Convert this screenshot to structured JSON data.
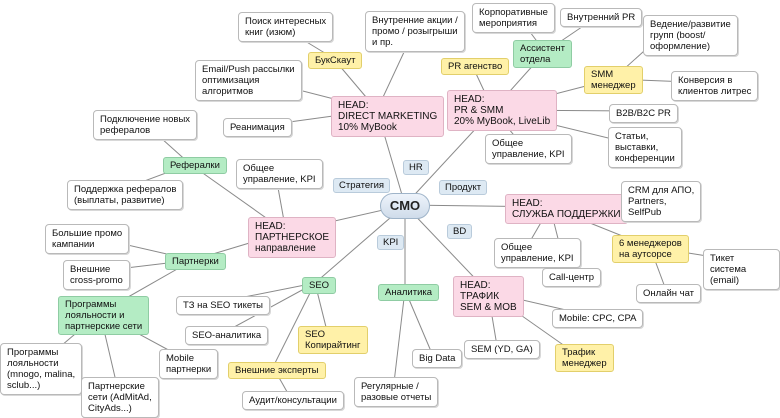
{
  "center": "CMO",
  "branches": {
    "hr": "HR",
    "strategy": "Стратегия",
    "product": "Продукт",
    "bd": "BD",
    "kpi": "KPI"
  },
  "direct_marketing": {
    "head": "HEAD:\nDIRECT MARKETING\n10% MyBook",
    "bookscout": "БукСкаут",
    "search_books": "Поиск интересных\nкниг (изюм)",
    "promo": "Внутренние акции /\nпромо / розыгрыши\nи пр.",
    "email_push": "Email/Push рассылки\nоптимизация\nалгоритмов",
    "reanimation": "Реанимация"
  },
  "pr_smm": {
    "head": "HEAD:\nPR & SMM\n20% MyBook, LiveLib",
    "pr_agency": "PR агенство",
    "assistant": "Ассистент\nотдела",
    "corporate_events": "Корпоративные\nмероприятия",
    "internal_pr": "Внутренний PR",
    "smm_manager": "SMM\nменеджер",
    "groups": "Ведение/развитие\nгрупп (boost/\nоформление)",
    "conversion": "Конверсия в\nклиентов литрес",
    "b2b": "B2B/B2C PR",
    "articles": "Статьи,\nвыставки,\nконференции",
    "general_mgmt": "Общее\nуправление, KPI"
  },
  "referrals": {
    "label": "Рефералки",
    "new": "Подключение новых\nрефералов",
    "support": "Поддержка рефералов\n(выплаты, развитие)"
  },
  "partners": {
    "head": "HEAD:\nПАРТНЕРСКОЕ\nнаправление",
    "general_mgmt": "Общее\nуправление, KPI",
    "partnerships": "Партнерки",
    "big_promo": "Большие промо\nкампании",
    "cross_promo": "Внешние\ncross-promo",
    "loyalty": "Программы\nлояльности и\nпартнерские сети",
    "loyalty_programs": "Программы\nлояльности\n(mnogo, malina,\nsclub...)",
    "partner_networks": "Партнерские\nсети (AdMitAd,\nCityAds...)",
    "mobile": "Mobile\nпартнерки"
  },
  "support": {
    "head": "HEAD:\nСЛУЖБА ПОДДЕРЖКИ",
    "crm": "CRM для АПО,\nPartners,\nSelfPub",
    "general_mgmt": "Общее\nуправление, KPI",
    "call_center": "Call-центр",
    "outsource": "6 менеджеров\nна аутсорсе",
    "ticket": "Тикет система\n(email)",
    "chat": "Онлайн чат"
  },
  "seo": {
    "label": "SEO",
    "tz": "ТЗ на SEO тикеты",
    "analytics": "SEO-аналитика",
    "copywriting": "SEO\nКопирайтинг",
    "experts": "Внешние эксперты",
    "audit": "Аудит/консультации"
  },
  "analytics": {
    "label": "Аналитика",
    "big_data": "Big Data",
    "reports": "Регулярные /\nразовые отчеты"
  },
  "traffic": {
    "head": "HEAD:\nТРАФИК\nSEM & MOB",
    "mobile_cpc": "Mobile: CPC, CPA",
    "sem": "SEM (YD, GA)",
    "manager": "Трафик\nменеджер"
  }
}
